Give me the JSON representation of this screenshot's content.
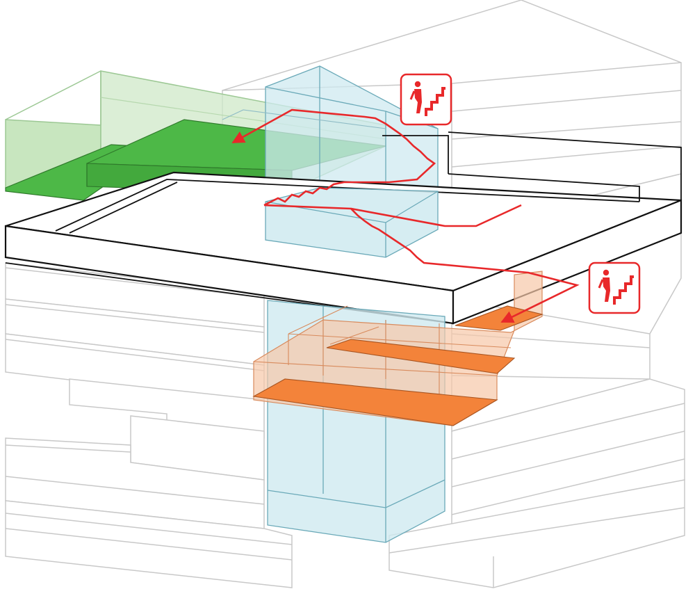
{
  "diagram": {
    "kind": "axonometric building section",
    "colors": {
      "outline": "#c8c8c8",
      "slab_outline": "#111111",
      "route": "#e8282a",
      "green_volume_fill": "#cfe8c8",
      "green_floor": "#4db847",
      "shaft_fill": "#cfeaf0",
      "orange_volume_fill": "#f6c8a8",
      "orange_floor": "#f3833a"
    },
    "icons": [
      {
        "name": "stairs-up-icon",
        "meaning": "stairs"
      },
      {
        "name": "stairs-down-icon",
        "meaning": "stairs"
      }
    ]
  }
}
